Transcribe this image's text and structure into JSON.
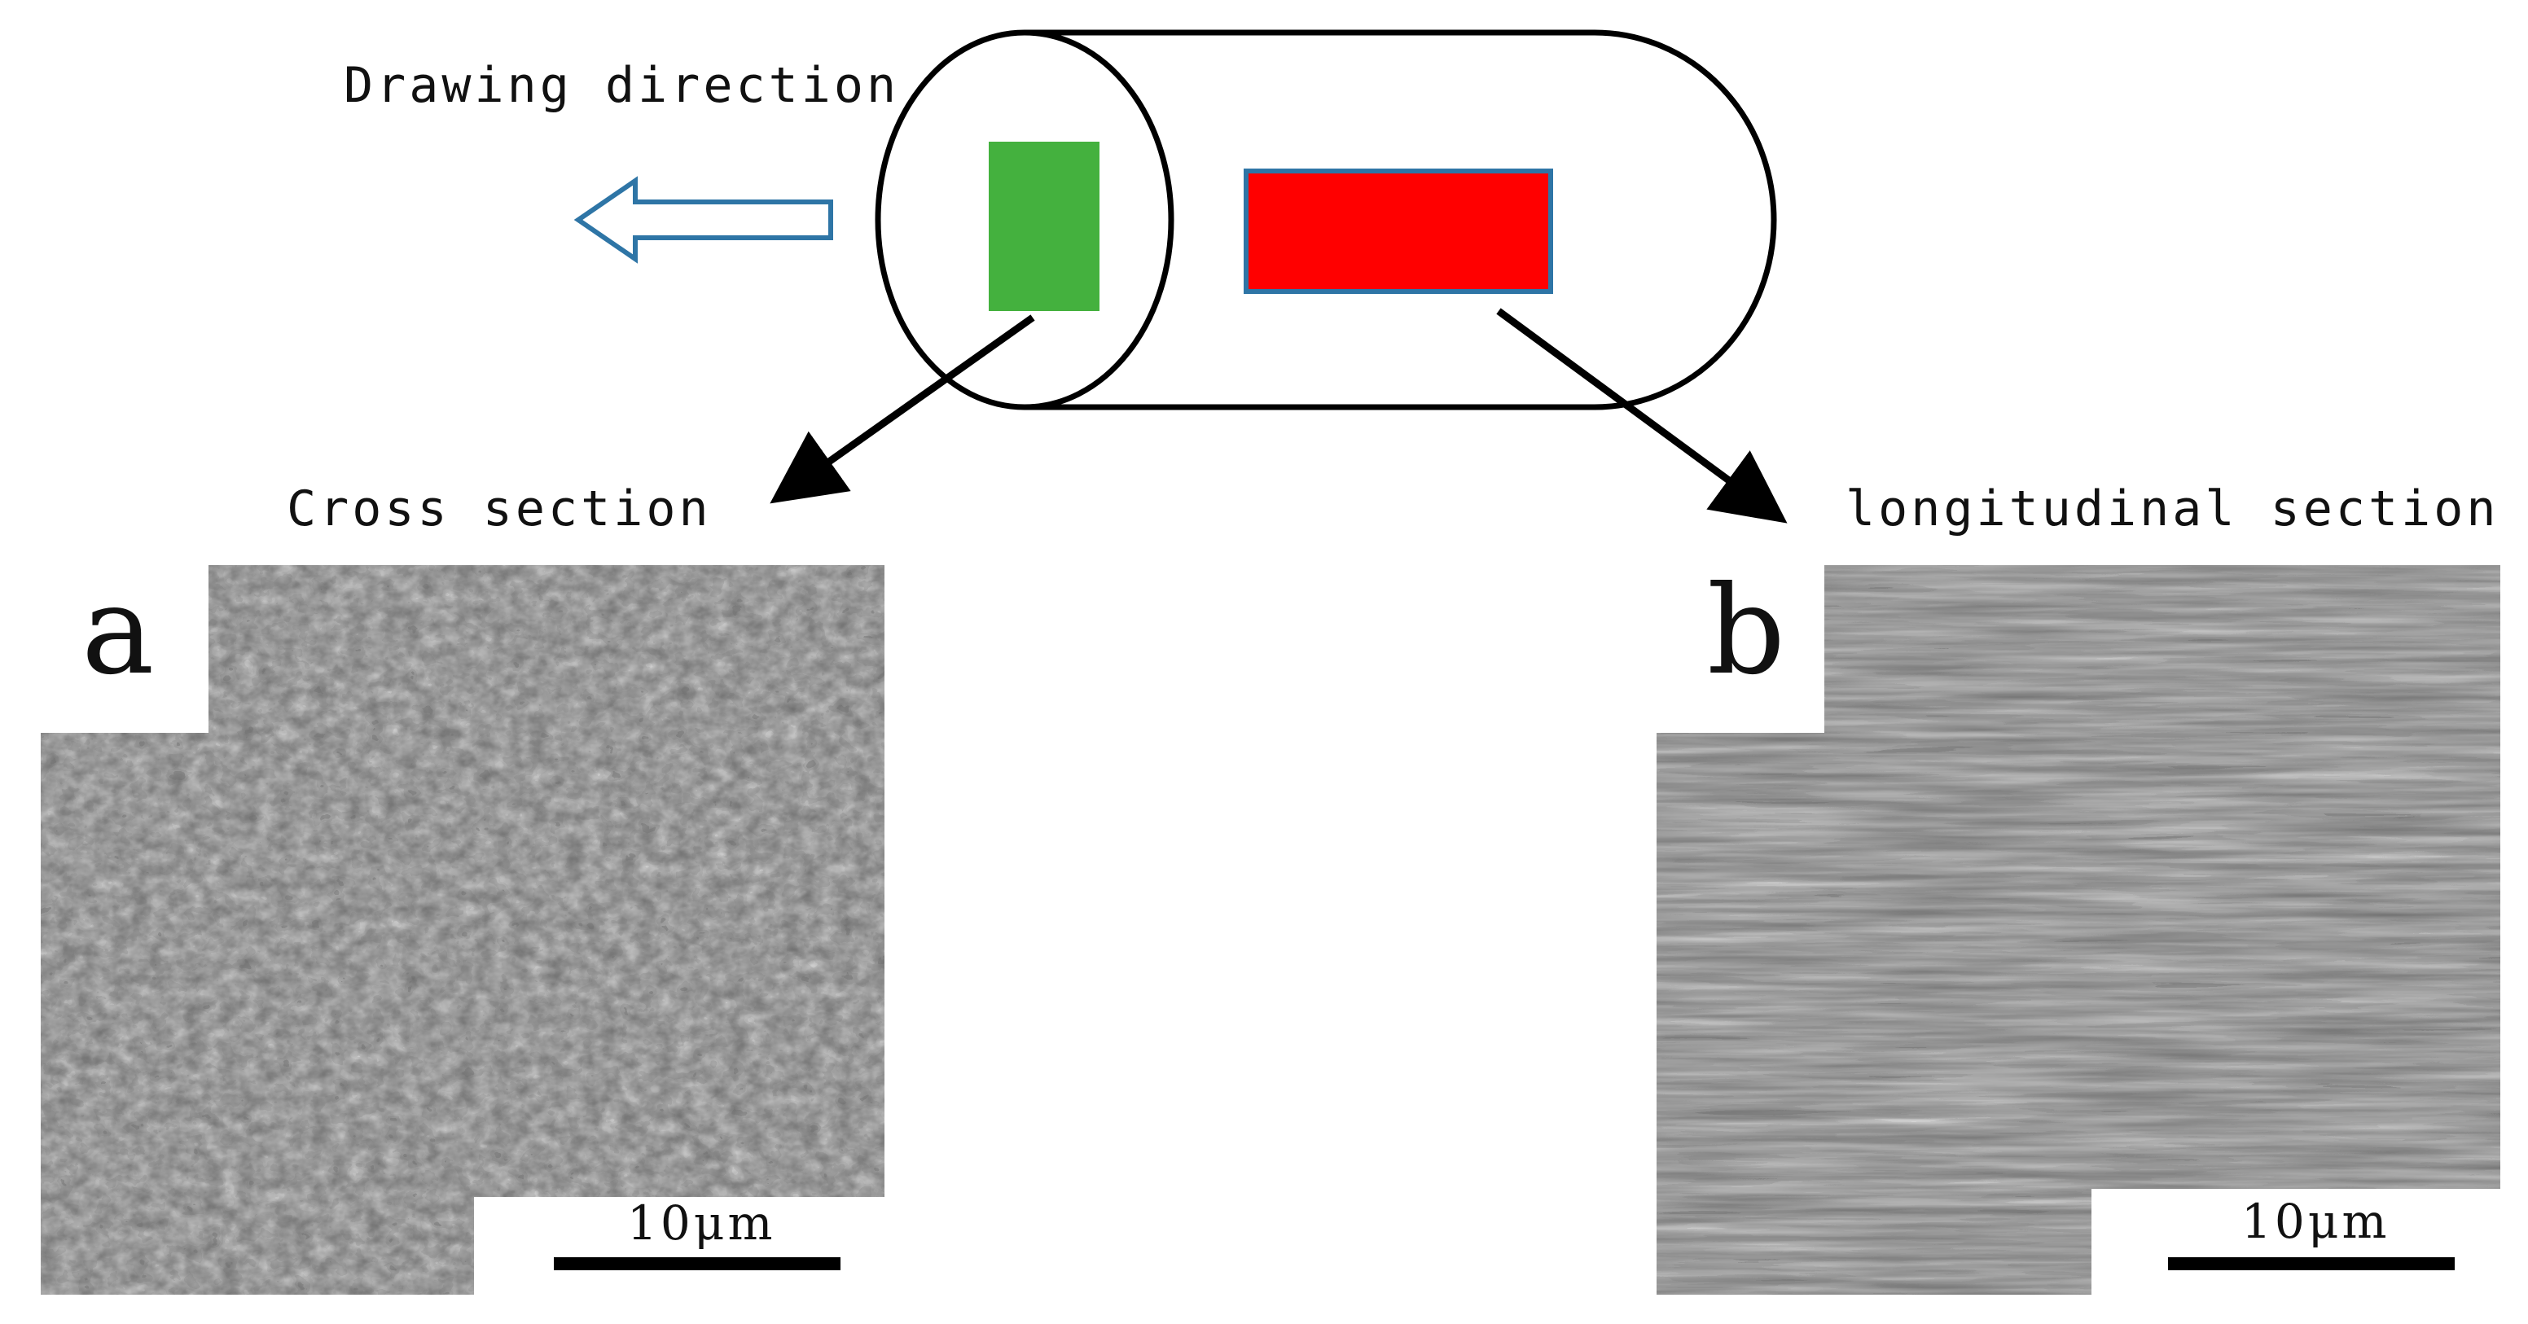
{
  "diagram": {
    "drawing_direction_label": "Drawing direction",
    "cross_section_label": "Cross section",
    "longitudinal_section_label": "longitudinal section",
    "panel_a": {
      "letter": "a",
      "scale_label": "10μm"
    },
    "panel_b": {
      "letter": "b",
      "scale_label": "10μm"
    },
    "colors": {
      "cross_section_marker": "#44b13e",
      "longitudinal_section_marker": "#ff0000",
      "longitudinal_marker_border": "#2e75a6",
      "direction_arrow_outline": "#2e75a6",
      "outline": "#000000"
    }
  }
}
